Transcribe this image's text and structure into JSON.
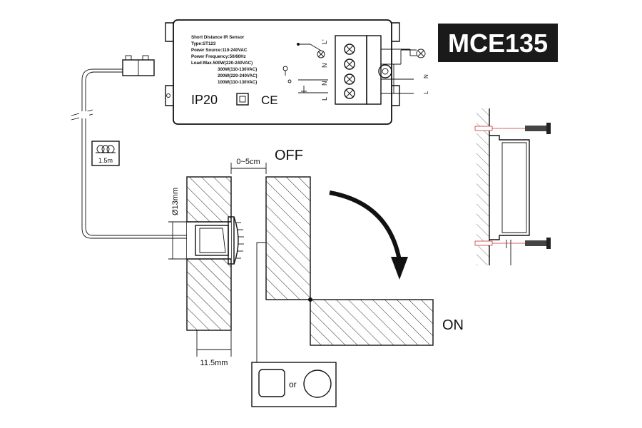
{
  "model_badge": {
    "text": "MCE135",
    "bg": "#1a1a1a",
    "fg": "#ffffff"
  },
  "unit_label": {
    "line1": "Short Distance IR Sensor",
    "line2": "Type:ST123",
    "line3": "Power Source:110-240VAC",
    "line4": "Power Frequency:50/60Hz",
    "line5": "Load:Max.500W(220-240VAC)",
    "line6": "300W(110-130VAC)",
    "line7": "200W(220-240VAC)",
    "line8": "100W(110-130VAC)"
  },
  "unit_marks": {
    "ip_rating": "IP20",
    "ce": "CE"
  },
  "terminals": [
    "L'",
    "N",
    "N",
    "L"
  ],
  "supply": [
    "N",
    "L"
  ],
  "cable_length": "1.5m",
  "dimensions": {
    "gap": "0~5cm",
    "diameter": "Ø13mm",
    "depth": "11.5mm"
  },
  "states": {
    "off": "OFF",
    "on": "ON"
  },
  "options_or": "or"
}
